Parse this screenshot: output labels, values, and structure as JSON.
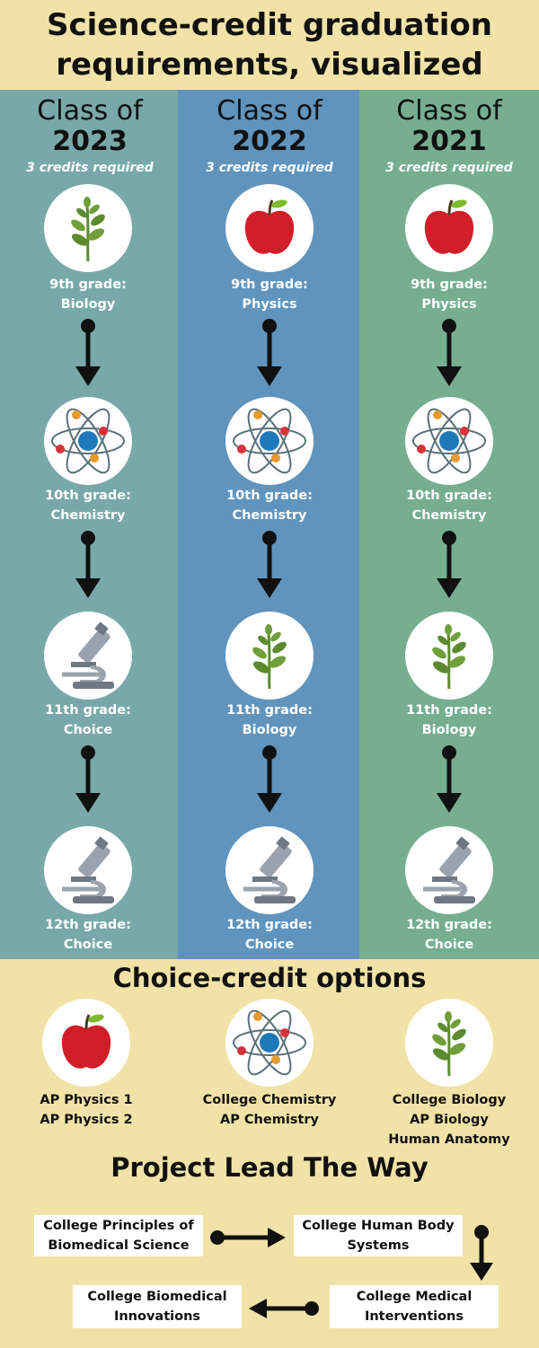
{
  "title": {
    "line1": "Science-credit graduation",
    "line2": "requirements, visualized"
  },
  "columns": [
    {
      "class_of": "Class of",
      "year": "2023",
      "required": "3 credits required",
      "grades": [
        {
          "grade": "9th grade:",
          "subject": "Biology",
          "icon": "plant-icon"
        },
        {
          "grade": "10th grade:",
          "subject": "Chemistry",
          "icon": "atom-icon"
        },
        {
          "grade": "11th grade:",
          "subject": "Choice",
          "icon": "microscope-icon"
        },
        {
          "grade": "12th grade:",
          "subject": "Choice",
          "icon": "microscope-icon"
        }
      ]
    },
    {
      "class_of": "Class of",
      "year": "2022",
      "required": "3 credits required",
      "grades": [
        {
          "grade": "9th grade:",
          "subject": "Physics",
          "icon": "apple-icon"
        },
        {
          "grade": "10th grade:",
          "subject": "Chemistry",
          "icon": "atom-icon"
        },
        {
          "grade": "11th grade:",
          "subject": "Biology",
          "icon": "plant-icon"
        },
        {
          "grade": "12th grade:",
          "subject": "Choice",
          "icon": "microscope-icon"
        }
      ]
    },
    {
      "class_of": "Class of",
      "year": "2021",
      "required": "3 credits required",
      "grades": [
        {
          "grade": "9th grade:",
          "subject": "Physics",
          "icon": "apple-icon"
        },
        {
          "grade": "10th grade:",
          "subject": "Chemistry",
          "icon": "atom-icon"
        },
        {
          "grade": "11th grade:",
          "subject": "Biology",
          "icon": "plant-icon"
        },
        {
          "grade": "12th grade:",
          "subject": "Choice",
          "icon": "microscope-icon"
        }
      ]
    }
  ],
  "choice": {
    "title": "Choice-credit options",
    "options": [
      {
        "icon": "apple-icon",
        "lines": [
          "AP Physics 1",
          "AP Physics 2"
        ]
      },
      {
        "icon": "atom-icon",
        "lines": [
          "College Chemistry",
          "AP Chemistry"
        ]
      },
      {
        "icon": "plant-icon",
        "lines": [
          "College Biology",
          "AP Biology",
          "Human Anatomy"
        ]
      }
    ]
  },
  "pltw": {
    "title": "Project Lead The Way",
    "courses": [
      {
        "line1": "College Principles of",
        "line2": "Biomedical Science"
      },
      {
        "line1": "College Human Body",
        "line2": "Systems"
      },
      {
        "line1": "College Medical",
        "line2": "Interventions"
      },
      {
        "line1": "College Biomedical",
        "line2": "Innovations"
      }
    ]
  },
  "colors": {
    "background": "#f1e2a7",
    "col_2023": "#79a8a9",
    "col_2022": "#6094bd",
    "col_2021": "#76ae8f"
  }
}
